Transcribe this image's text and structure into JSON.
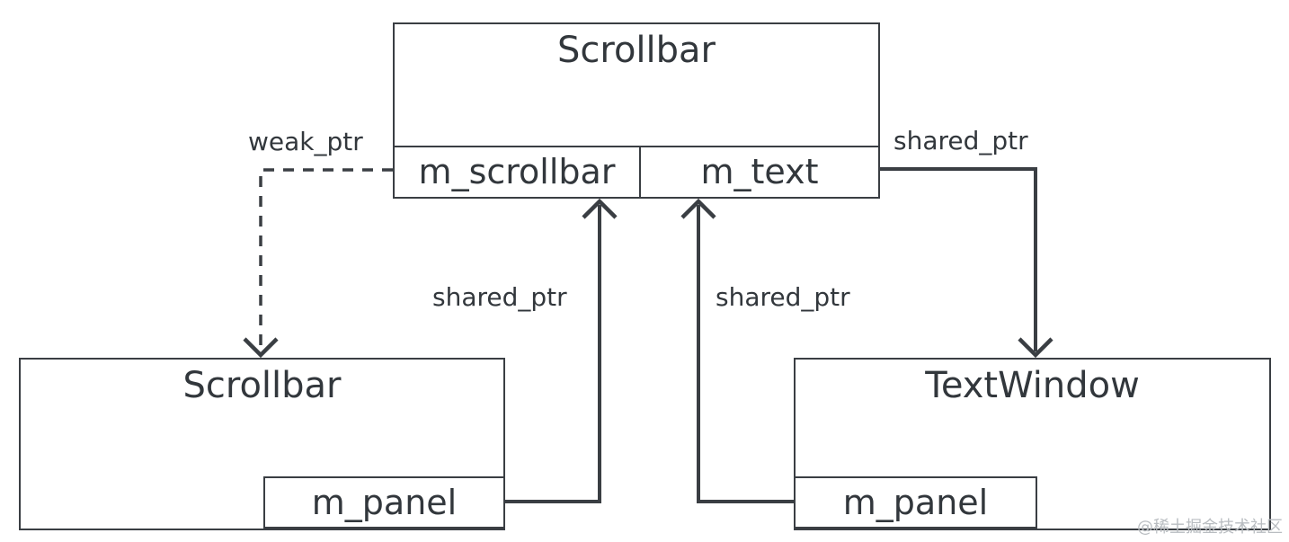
{
  "diagram": {
    "nodes": {
      "top": {
        "title": "Scrollbar",
        "field_left": "m_scrollbar",
        "field_right": "m_text"
      },
      "bottom_left": {
        "title": "Scrollbar",
        "field": "m_panel"
      },
      "bottom_right": {
        "title": "TextWindow",
        "field": "m_panel"
      }
    },
    "edges": {
      "weak": {
        "label": "weak_ptr",
        "style": "dashed",
        "from": "top.m_scrollbar",
        "to": "bottom_left.Scrollbar"
      },
      "top_right": {
        "label": "shared_ptr",
        "style": "solid",
        "from": "top.m_text",
        "to": "bottom_right.TextWindow"
      },
      "mid_left": {
        "label": "shared_ptr",
        "style": "solid",
        "from": "bottom_left.m_panel",
        "to": "top.Scrollbar"
      },
      "mid_right": {
        "label": "shared_ptr",
        "style": "solid",
        "from": "bottom_right.m_panel",
        "to": "top.Scrollbar"
      }
    }
  },
  "watermark": {
    "text": "@稀土掘金技术社区"
  },
  "colors": {
    "stroke": "#3a3e43",
    "text": "#32373c",
    "background": "#ffffff",
    "watermark": "#b9bdc1"
  }
}
